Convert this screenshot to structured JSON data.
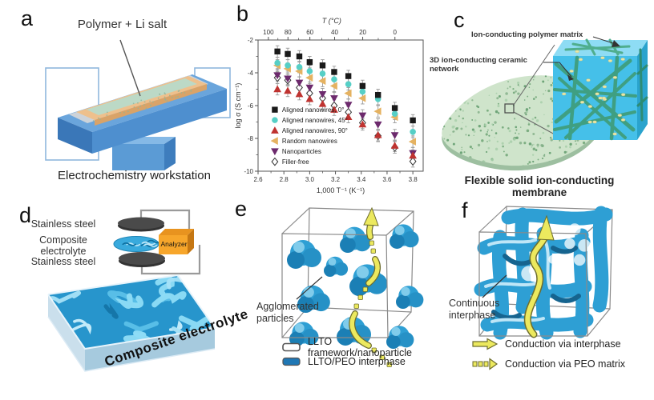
{
  "panel_a": {
    "letter": "a",
    "device_label": "Polymer + Li salt",
    "caption": "Electrochemistry workstation"
  },
  "panel_b": {
    "letter": "b"
  },
  "chart_data": {
    "type": "scatter",
    "title": "",
    "top_axis_label": "T (°C)",
    "top_axis_ticks": [
      100,
      80,
      60,
      40,
      20,
      0
    ],
    "top_axis_minor_ticks": [
      90,
      70,
      50,
      30,
      10
    ],
    "xlabel": "1,000 T⁻¹ (K⁻¹)",
    "ylabel": "log σ (S cm⁻¹)",
    "xlim": [
      2.6,
      3.88
    ],
    "ylim": [
      -10,
      -2
    ],
    "x_ticks": [
      2.6,
      2.8,
      3.0,
      3.2,
      3.4,
      3.6,
      3.8
    ],
    "x_minor_ticks": [
      2.7,
      2.9,
      3.1,
      3.3,
      3.5,
      3.7
    ],
    "y_ticks": [
      -2,
      -4,
      -6,
      -8,
      -10
    ],
    "y_minor_ticks": [
      -3,
      -5,
      -7,
      -9
    ],
    "grid": false,
    "error_bar": 0.35,
    "legend_position": "lower-left",
    "x": [
      2.75,
      2.83,
      2.92,
      3.0,
      3.1,
      3.19,
      3.3,
      3.41,
      3.53,
      3.66,
      3.8
    ],
    "series": [
      {
        "name": "Aligned nanowires, 0°",
        "marker": "square",
        "color": "#1a1a1a",
        "open": false,
        "values": [
          -2.7,
          -2.85,
          -3.0,
          -3.35,
          -3.55,
          -3.95,
          -4.2,
          -4.8,
          -5.35,
          -6.15,
          -6.9
        ]
      },
      {
        "name": "Aligned nanowires, 45°",
        "marker": "circle",
        "color": "#56cfc6",
        "open": false,
        "values": [
          -3.4,
          -3.55,
          -3.65,
          -3.9,
          -4.05,
          -4.4,
          -4.7,
          -5.15,
          -5.6,
          -6.5,
          -7.6
        ]
      },
      {
        "name": "Aligned nanowires, 90°",
        "marker": "triangle-up",
        "color": "#bf3330",
        "open": false,
        "values": [
          -5.0,
          -5.1,
          -5.3,
          -5.6,
          -5.9,
          -6.25,
          -6.7,
          -7.15,
          -7.8,
          -8.45,
          -9.05
        ]
      },
      {
        "name": "Random nanowires",
        "marker": "triangle-left",
        "color": "#e5b261",
        "open": false,
        "values": [
          -3.55,
          -3.75,
          -3.9,
          -4.3,
          -4.5,
          -4.8,
          -5.25,
          -5.55,
          -6.35,
          -6.7,
          -8.2
        ]
      },
      {
        "name": "Nanoparticles",
        "marker": "triangle-down",
        "color": "#6d2a6d",
        "open": false,
        "values": [
          -4.15,
          -4.35,
          -4.6,
          -4.9,
          -5.3,
          -5.55,
          -5.95,
          -6.6,
          -7.15,
          -7.8,
          -8.9
        ]
      },
      {
        "name": "Filler-free",
        "marker": "diamond",
        "color": "#444444",
        "open": true,
        "values": [
          -4.3,
          -4.45,
          -4.9,
          -5.25,
          -5.55,
          -6.0,
          -6.4,
          -7.05,
          -7.85,
          -8.55,
          -9.4
        ]
      }
    ]
  },
  "panel_c": {
    "letter": "c",
    "label_polymer_matrix": "Ion-conducting polymer matrix",
    "label_ceramic_network": "3D ion-conducting ceramic network",
    "caption": "Flexible solid ion-conducting membrane"
  },
  "panel_d": {
    "letter": "d",
    "label_top_electrode": "Stainless steel",
    "label_electrolyte": "Composite electrolyte",
    "label_bottom_electrode": "Stainless steel",
    "analyzer_label": "Analyzer",
    "caption": "Composite electrolyte"
  },
  "panel_e": {
    "letter": "e",
    "annotation": "Agglomerated particles",
    "legend": [
      {
        "swatch": "open-rect",
        "label": "LLTO framework/nanoparticle"
      },
      {
        "swatch": "blue-rect",
        "label": "LLTO/PEO interphase"
      }
    ]
  },
  "panel_f": {
    "letter": "f",
    "annotation": "Continuous interphase",
    "legend": [
      {
        "swatch": "solid-yellow-arrow",
        "label": "Conduction via interphase"
      },
      {
        "swatch": "dashed-yellow-arrow",
        "label": "Conduction via PEO matrix"
      }
    ]
  },
  "colors": {
    "particle_blue": "#2e9fd4",
    "particle_blue_dark": "#16648f",
    "particle_blue_light": "#8fd4ef",
    "conduction_yellow": "#ece95e",
    "analyzer_orange": "#f7a62b",
    "membrane_green": "#cfe4cb",
    "device_blue": "#5b9bd5",
    "interphase_swatch_blue": "#1f77b4"
  }
}
